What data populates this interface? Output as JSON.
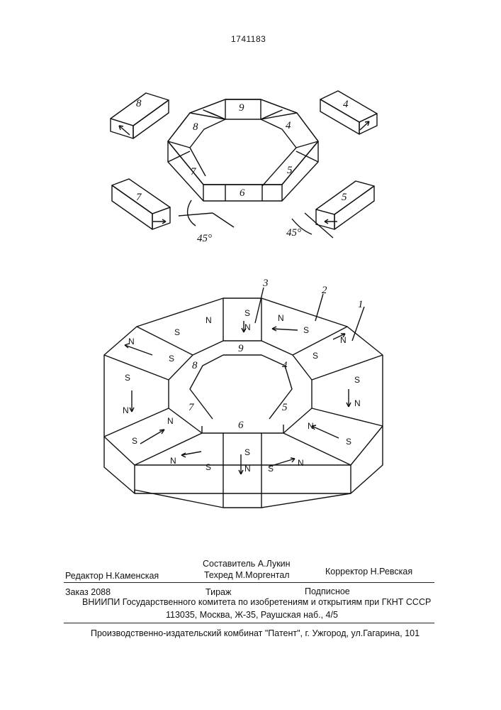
{
  "patent_number": "1741183",
  "figure1": {
    "ring_labels": {
      "n9": "9",
      "n8": "8",
      "n4": "4",
      "n7": "7",
      "n5": "5",
      "n6": "6"
    },
    "block_labels": {
      "b8": "8",
      "b4": "4",
      "b7": "7",
      "b5": "5"
    },
    "angle_left": "45°",
    "angle_right": "45°"
  },
  "figure2": {
    "callouts": {
      "c1": "1",
      "c2": "2",
      "c3": "3"
    },
    "segment_labels": {
      "n9": "9",
      "n8": "8",
      "n4": "4",
      "n7": "7",
      "n5": "5",
      "n6": "6"
    },
    "pole_s": "S",
    "pole_n": "N"
  },
  "colophon": {
    "composer": "Составитель А.Лукин",
    "editor": "Редактор Н.Каменская",
    "techred": "Техред М.Моргентал",
    "corrector": "Корректор  Н.Ревская",
    "order": "Заказ 2088",
    "circulation": "Тираж",
    "subscription": "Подписное",
    "institute": "ВНИИПИ Государственного комитета по изобретениям и открытиям при ГКНТ СССР",
    "address": "113035, Москва, Ж-35, Раушская наб., 4/5",
    "publisher": "Производственно-издательский комбинат \"Патент\", г. Ужгород, ул.Гагарина, 101"
  }
}
